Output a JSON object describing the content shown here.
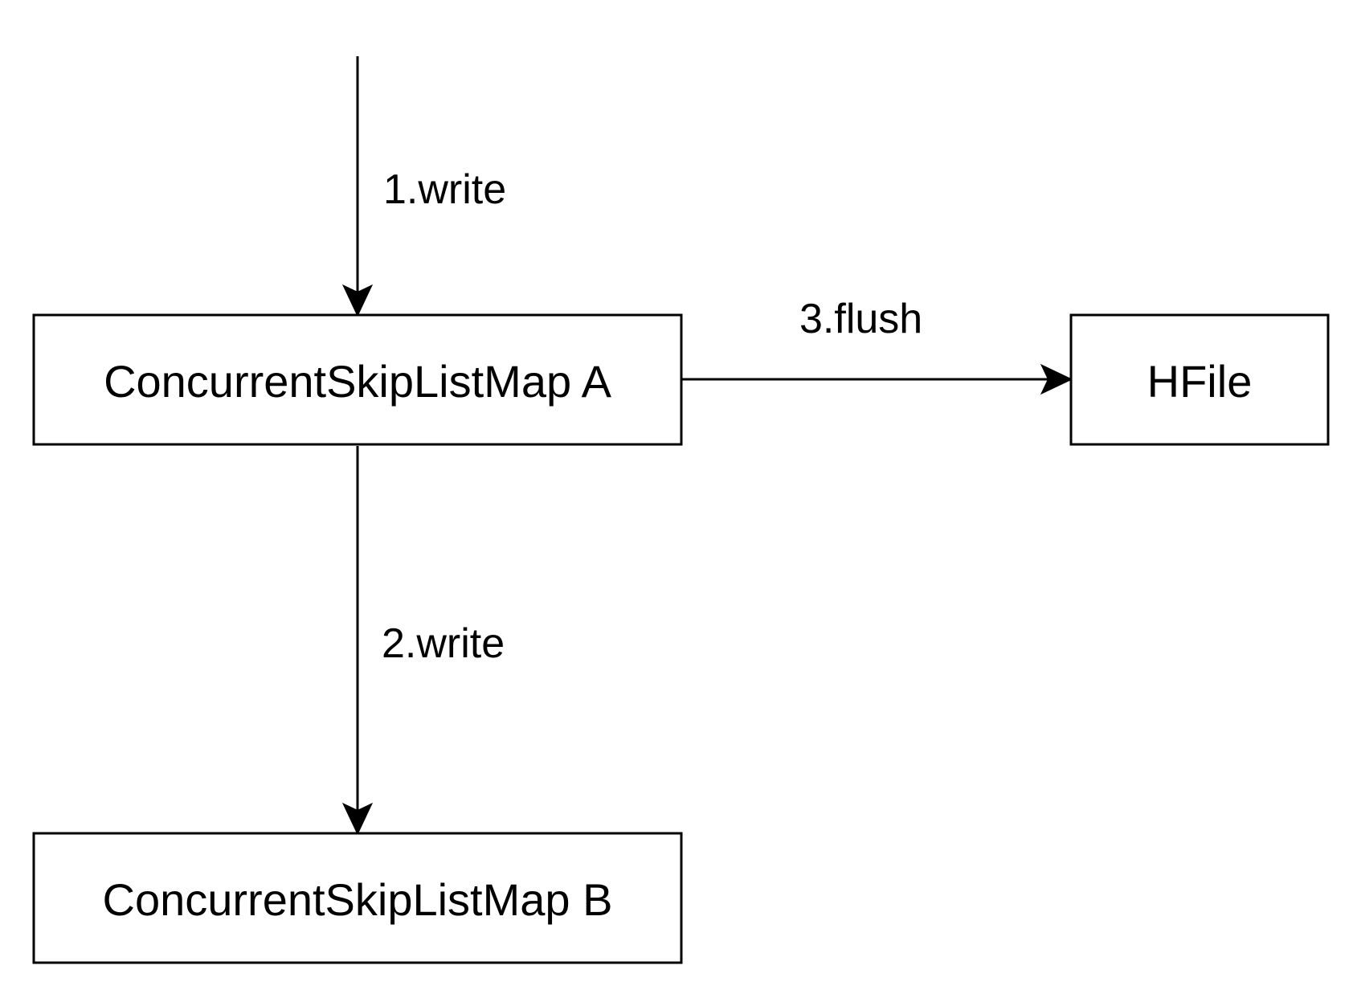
{
  "nodes": {
    "map_a": {
      "label": "ConcurrentSkipListMap A"
    },
    "map_b": {
      "label": "ConcurrentSkipListMap B"
    },
    "hfile": {
      "label": "HFile"
    }
  },
  "edges": {
    "write_1": {
      "label": "1.write",
      "to": "map_a"
    },
    "write_2": {
      "label": "2.write",
      "from": "map_a",
      "to": "map_b"
    },
    "flush_3": {
      "label": "3.flush",
      "from": "map_a",
      "to": "hfile"
    }
  },
  "colors": {
    "stroke": "#000000",
    "fill": "#ffffff"
  }
}
